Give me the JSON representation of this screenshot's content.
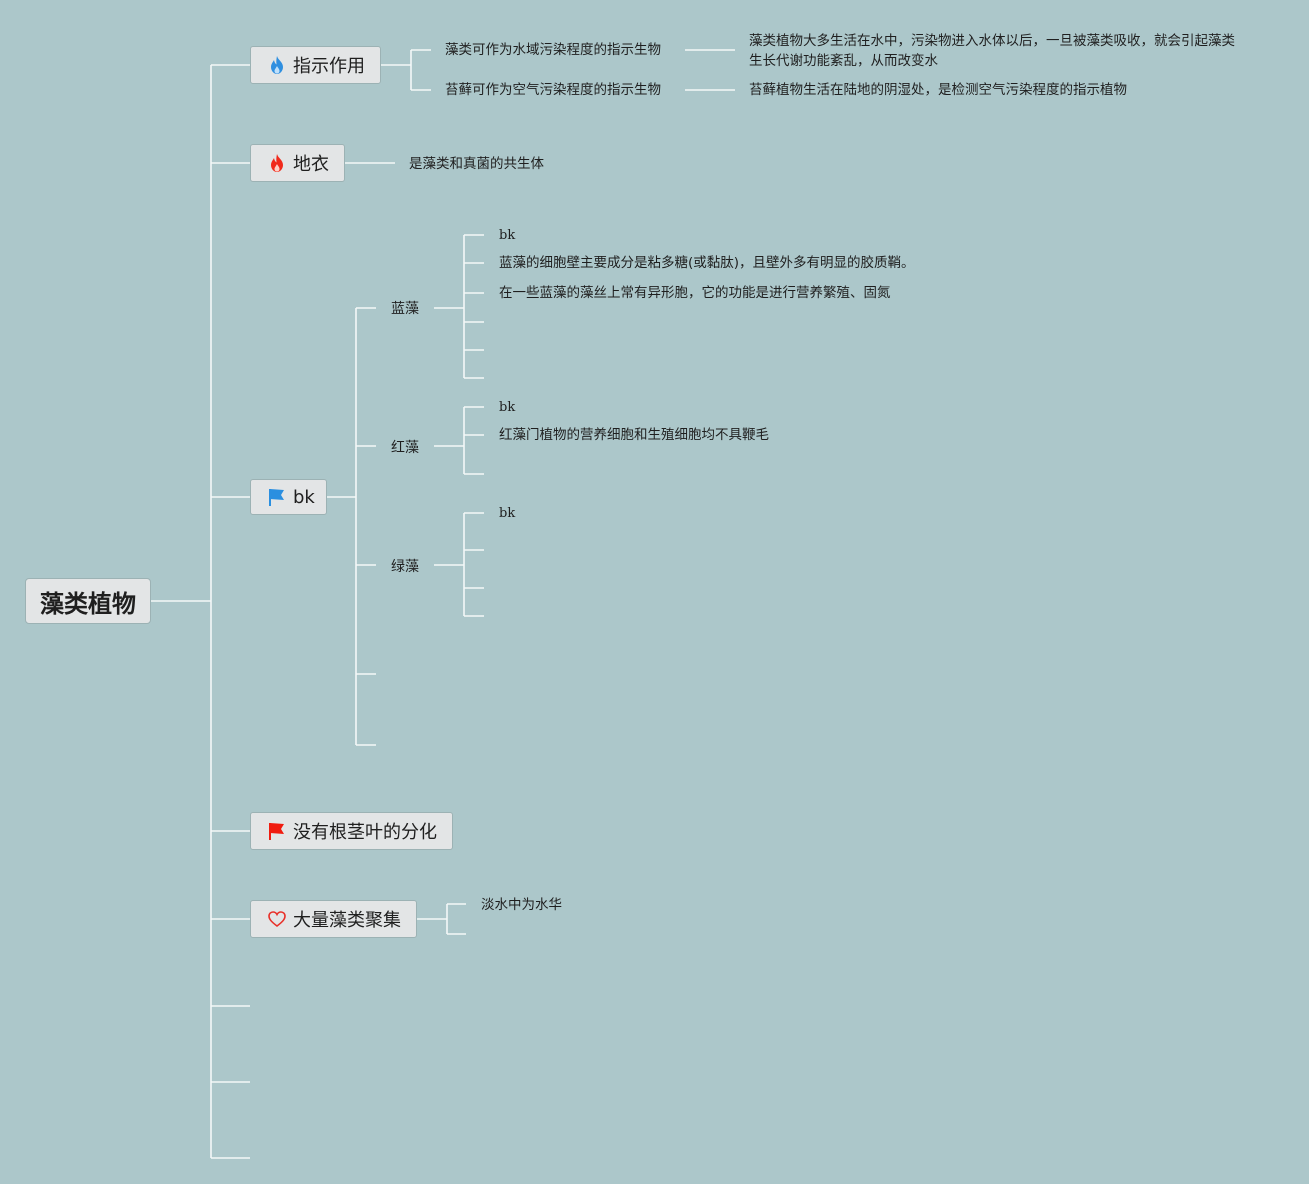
{
  "root": {
    "label": "藻类植物"
  },
  "colors": {
    "background": "#acc7ca",
    "connector": "#f4f8f8",
    "node_fill": "#e3e5e6",
    "flame_blue": "#2f8fe0",
    "flame_red": "#f02a1c",
    "flag_blue": "#2a8fe0",
    "flag_red": "#f01c10",
    "heart_red": "#e8312a"
  },
  "nodes": {
    "zhishi": {
      "label": "指示作用",
      "icon": "blue-flame-icon"
    },
    "zhishi_1": {
      "label": "藻类可作为水域污染程度的指示生物"
    },
    "zhishi_1a": {
      "label": "藻类植物大多生活在水中，污染物进入水体以后，一旦被藻类吸收，就会引起藻类生长代谢功能紊乱，从而改变水"
    },
    "zhishi_2": {
      "label": "苔藓可作为空气污染程度的指示生物"
    },
    "zhishi_2a": {
      "label": "苔藓植物生活在陆地的阴湿处，是检测空气污染程度的指示植物"
    },
    "diyi": {
      "label": "地衣",
      "icon": "red-flame-icon"
    },
    "diyi_1": {
      "label": "是藻类和真菌的共生体"
    },
    "bk": {
      "label": "bk",
      "icon": "blue-flag-icon"
    },
    "lanzao": {
      "label": "蓝藻"
    },
    "lanzao_1": {
      "label": "bk"
    },
    "lanzao_2": {
      "label": "蓝藻的细胞壁主要成分是粘多糖(或黏肽)，且壁外多有明显的胶质鞘。"
    },
    "lanzao_3": {
      "label": "在一些蓝藻的藻丝上常有异形胞，它的功能是进行营养繁殖、固氮"
    },
    "hongzao": {
      "label": "红藻"
    },
    "hongzao_1": {
      "label": "bk"
    },
    "hongzao_2": {
      "label": "红藻门植物的营养细胞和生殖细胞均不具鞭毛"
    },
    "lvzao": {
      "label": "绿藻"
    },
    "lvzao_1": {
      "label": "bk"
    },
    "meiyou": {
      "label": "没有根茎叶的分化",
      "icon": "red-flag-icon"
    },
    "daliang": {
      "label": "大量藻类聚集",
      "icon": "heart-outline-icon"
    },
    "daliang_1": {
      "label": "淡水中为水华"
    }
  }
}
